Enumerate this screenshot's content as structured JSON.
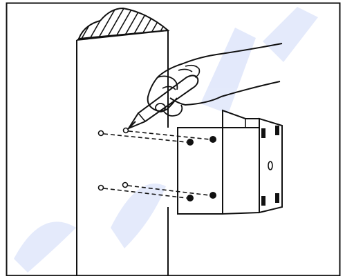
{
  "diagram": {
    "colors": {
      "ink": "#111111",
      "watermark": "#1f4fe0",
      "background": "#ffffff"
    },
    "parts": [
      "frame",
      "door-frame-post",
      "hatched-section",
      "hand-with-pen",
      "mounting-bracket",
      "drill-marks",
      "dashed-alignment-lines"
    ]
  }
}
